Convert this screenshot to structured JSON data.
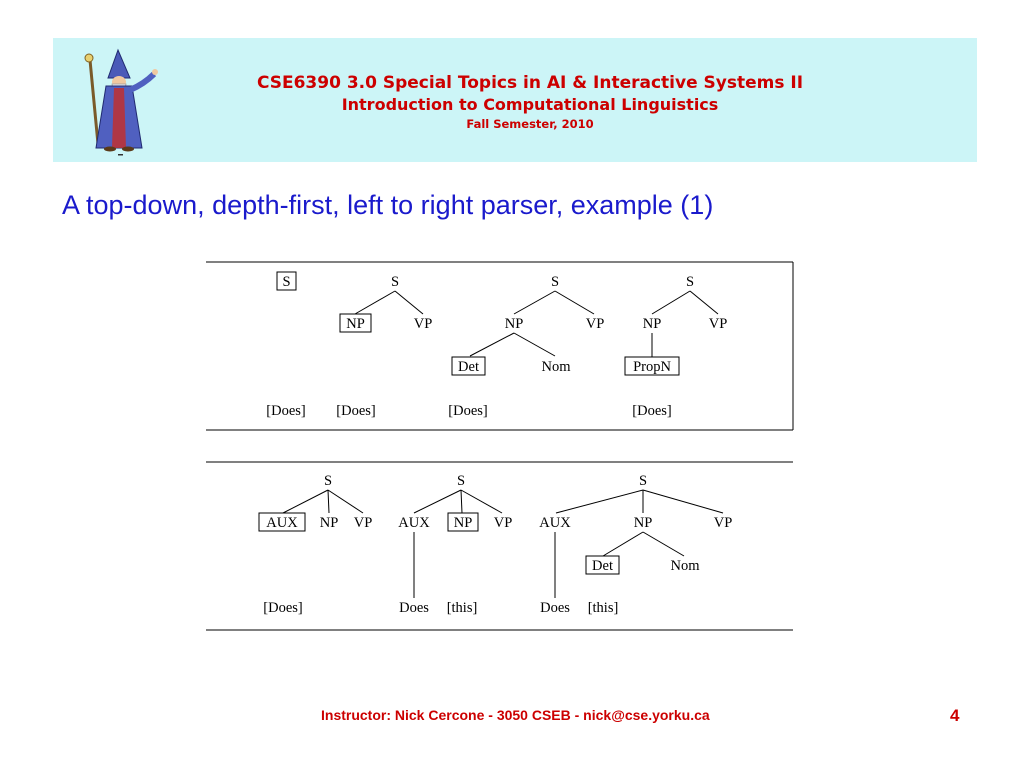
{
  "header": {
    "line1": "CSE6390 3.0 Special Topics in AI & Interactive Systems II",
    "line2": "Introduction to Computational Linguistics",
    "line3": "Fall Semester, 2010"
  },
  "slide": {
    "title": "A top-down, depth-first, left to right parser, example (1)"
  },
  "diagram": {
    "panel1": {
      "tree1": {
        "s": "S",
        "word": "[Does]"
      },
      "tree2": {
        "s": "S",
        "np": "NP",
        "vp": "VP",
        "word": "[Does]"
      },
      "tree3": {
        "s": "S",
        "np": "NP",
        "vp": "VP",
        "det": "Det",
        "nom": "Nom",
        "word": "[Does]"
      },
      "tree4": {
        "s": "S",
        "np": "NP",
        "vp": "VP",
        "propn": "PropN",
        "word": "[Does]"
      }
    },
    "panel2": {
      "tree5": {
        "s": "S",
        "aux": "AUX",
        "np": "NP",
        "vp": "VP",
        "word": "[Does]"
      },
      "tree6": {
        "s": "S",
        "aux": "AUX",
        "np": "NP",
        "vp": "VP",
        "does": "Does",
        "next": "[this]"
      },
      "tree7": {
        "s": "S",
        "aux": "AUX",
        "np": "NP",
        "vp": "VP",
        "det": "Det",
        "nom": "Nom",
        "does": "Does",
        "next": "[this]"
      }
    }
  },
  "footer": {
    "instructor": "Instructor: Nick Cercone - 3050 CSEB - nick@cse.yorku.ca",
    "page": "4"
  }
}
